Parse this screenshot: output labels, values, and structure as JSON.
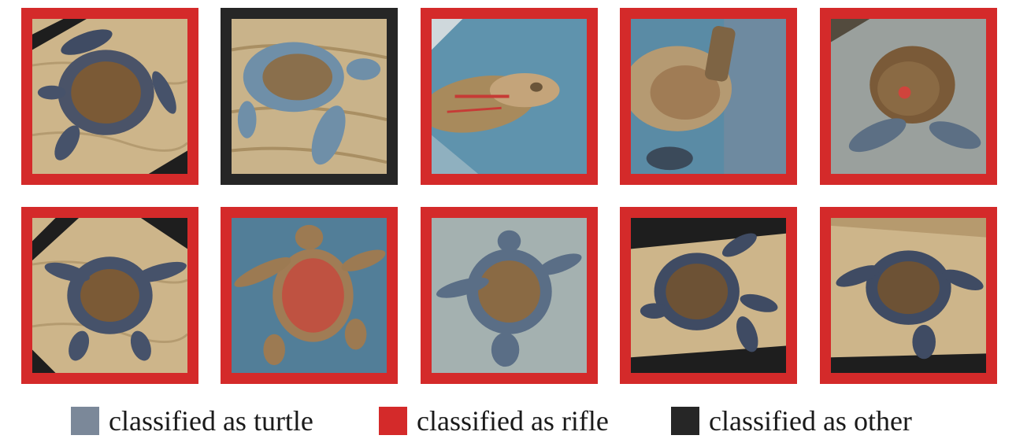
{
  "colors": {
    "turtle": "#7b8899",
    "rifle": "#d42a2a",
    "other": "#262626"
  },
  "legend": {
    "turtle": "classified as turtle",
    "rifle": "classified as rifle",
    "other": "classified as other"
  },
  "tiles": [
    {
      "row": 1,
      "col": 1,
      "classification": "rifle",
      "subject": "turtle-top-view"
    },
    {
      "row": 1,
      "col": 2,
      "classification": "other",
      "subject": "turtle-side-view"
    },
    {
      "row": 1,
      "col": 3,
      "classification": "rifle",
      "subject": "turtle-head-closeup"
    },
    {
      "row": 1,
      "col": 4,
      "classification": "rifle",
      "subject": "turtle-underside-closeup"
    },
    {
      "row": 1,
      "col": 5,
      "classification": "rifle",
      "subject": "turtle-top-view"
    },
    {
      "row": 2,
      "col": 1,
      "classification": "rifle",
      "subject": "turtle-top-view"
    },
    {
      "row": 2,
      "col": 2,
      "classification": "rifle",
      "subject": "turtle-top-view"
    },
    {
      "row": 2,
      "col": 3,
      "classification": "rifle",
      "subject": "turtle-top-view"
    },
    {
      "row": 2,
      "col": 4,
      "classification": "rifle",
      "subject": "turtle-top-view"
    },
    {
      "row": 2,
      "col": 5,
      "classification": "rifle",
      "subject": "turtle-top-view"
    }
  ]
}
